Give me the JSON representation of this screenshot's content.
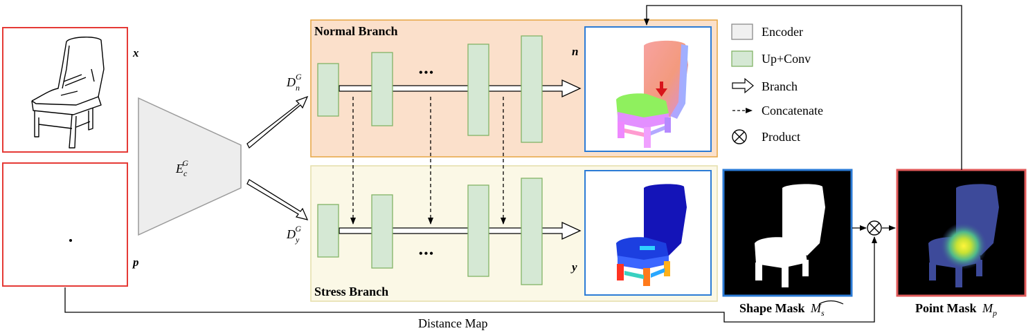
{
  "inputs": {
    "sketch_label": "x",
    "point_label": "p"
  },
  "encoder": {
    "label_main": "E",
    "label_sub": "c",
    "label_sup": "G"
  },
  "decoders": {
    "normal": {
      "main": "D",
      "sub": "n",
      "sup": "G"
    },
    "stress": {
      "main": "D",
      "sub": "y",
      "sup": "G"
    }
  },
  "branches": {
    "normal_title": "Normal Branch",
    "stress_title": "Stress Branch",
    "ellipsis": "•••",
    "normal_output_label": "n",
    "stress_output_label": "y"
  },
  "legend": {
    "encoder": "Encoder",
    "upconv": "Up+Conv",
    "branch": "Branch",
    "concatenate": "Concatenate",
    "product": "Product"
  },
  "masks": {
    "shape_label": "Shape Mask",
    "shape_symbol": "M",
    "shape_sub": "s",
    "point_label": "Point Mask",
    "point_symbol": "M",
    "point_sub": "p"
  },
  "distance_map_label": "Distance Map",
  "colors": {
    "input_border": "#e53935",
    "normal_bg": "#fbe0cb",
    "normal_border": "#e8a84a",
    "stress_bg": "#fbf8e6",
    "stress_border": "#e6dfae",
    "block_fill": "#d5e8d4",
    "block_border": "#82b366",
    "encoder_fill": "#ededed",
    "encoder_border": "#9a9a9a",
    "output_border": "#2b7bd6",
    "shape_mask_border": "#2b7bd6",
    "point_mask_border": "#e05a5a"
  }
}
